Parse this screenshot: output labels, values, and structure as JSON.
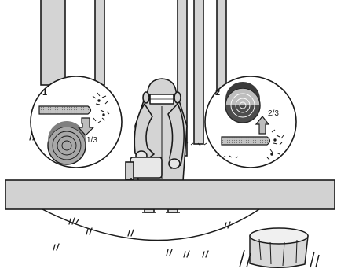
{
  "steps": [
    {
      "number": "1",
      "fraction": "1/3"
    },
    {
      "number": "2",
      "fraction": "2/3"
    }
  ],
  "colors": {
    "stroke": "#1a1a1a",
    "tree_fill": "#d4d4d4",
    "log_fill": "#d2d2d2",
    "bar_fill": "#b0b0b0",
    "background": "#ffffff"
  },
  "icons": [
    "tree-trunk",
    "chainsaw-bar",
    "log-cross-section",
    "arrow-icon",
    "sawdust-chips",
    "grass-tuft",
    "tree-stump",
    "worker",
    "chainsaw"
  ]
}
